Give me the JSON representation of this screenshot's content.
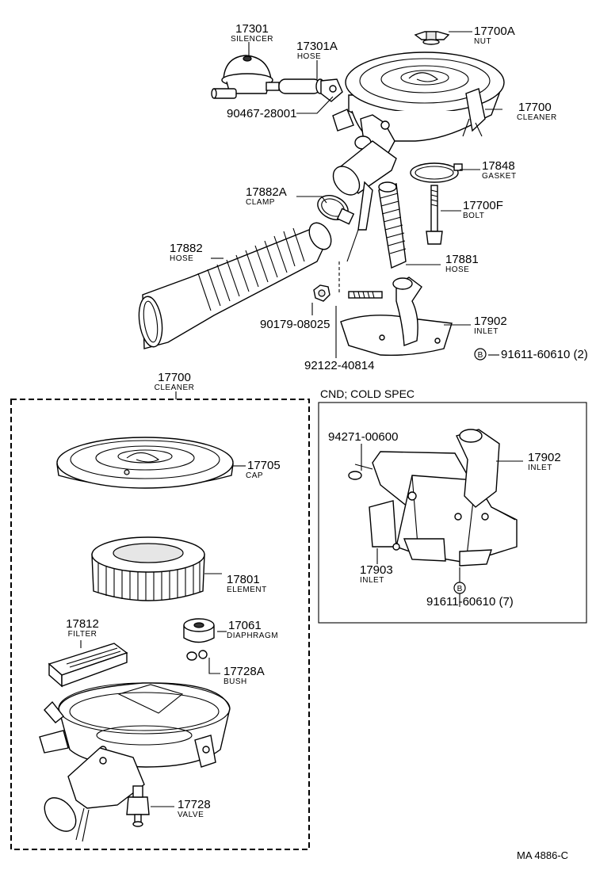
{
  "labels": {
    "p17301": {
      "num": "17301",
      "name": "SILENCER"
    },
    "p17301A": {
      "num": "17301A",
      "name": "HOSE"
    },
    "p90467": {
      "num": "90467-28001"
    },
    "p17700A": {
      "num": "17700A",
      "name": "NUT"
    },
    "p17700": {
      "num": "17700",
      "name": "CLEANER"
    },
    "p17848": {
      "num": "17848",
      "name": "GASKET"
    },
    "p17700F": {
      "num": "17700F",
      "name": "BOLT"
    },
    "p17882A": {
      "num": "17882A",
      "name": "CLAMP"
    },
    "p17882": {
      "num": "17882",
      "name": "HOSE"
    },
    "p17881": {
      "num": "17881",
      "name": "HOSE"
    },
    "p90179": {
      "num": "90179-08025"
    },
    "p17902": {
      "num": "17902",
      "name": "INLET"
    },
    "p91611a": {
      "mark": "B",
      "num": "91611-60610 (2)"
    },
    "p92122": {
      "num": "92122-40814"
    },
    "box_title": {
      "num": "17700",
      "name": "CLEANER"
    },
    "p17705": {
      "num": "17705",
      "name": "CAP"
    },
    "p17801": {
      "num": "17801",
      "name": "ELEMENT"
    },
    "p17812": {
      "num": "17812",
      "name": "FILTER"
    },
    "p17061": {
      "num": "17061",
      "name": "DIAPHRAGM"
    },
    "p17728A": {
      "num": "17728A",
      "name": "BUSH"
    },
    "p17728": {
      "num": "17728",
      "name": "VALVE"
    },
    "cold_title": "CND; COLD SPEC",
    "p94271": {
      "num": "94271-00600"
    },
    "p17902b": {
      "num": "17902",
      "name": "INLET"
    },
    "p17903": {
      "num": "17903",
      "name": "INLET"
    },
    "p91611b": {
      "mark": "B",
      "num": "91611-60610 (7)"
    },
    "ref": "MA  4886-C"
  }
}
